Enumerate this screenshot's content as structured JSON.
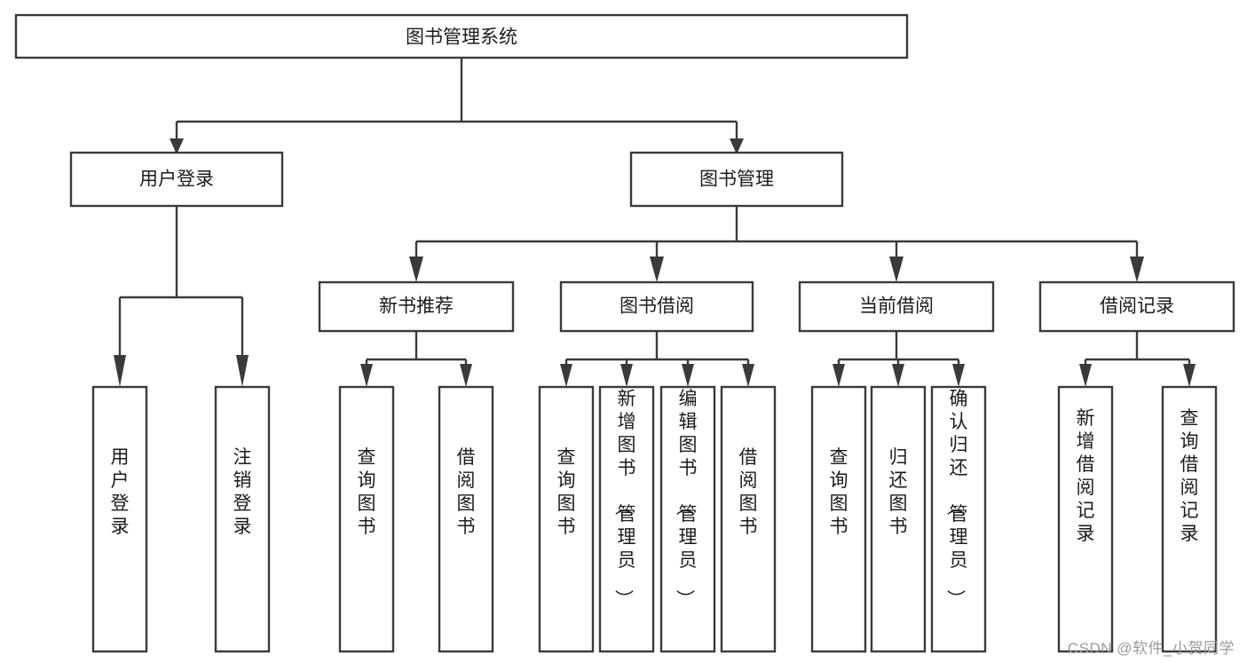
{
  "diagram": {
    "title": "图书管理系统",
    "type": "hierarchy-tree",
    "background_color": "#ffffff",
    "box_stroke_color": "#3a3a3a",
    "text_color": "#1b1b1b",
    "root": {
      "id": "root",
      "label": "图书管理系统"
    },
    "level2": [
      {
        "id": "user-login",
        "label": "用户登录"
      },
      {
        "id": "book-management",
        "label": "图书管理"
      }
    ],
    "level3": [
      {
        "id": "new-book-recommend",
        "label": "新书推荐",
        "parent": "book-management"
      },
      {
        "id": "book-borrow",
        "label": "图书借阅",
        "parent": "book-management"
      },
      {
        "id": "current-borrow",
        "label": "当前借阅",
        "parent": "book-management"
      },
      {
        "id": "borrow-record",
        "label": "借阅记录",
        "parent": "book-management"
      }
    ],
    "leaves": {
      "user-login": [
        {
          "id": "leaf-user-login",
          "label": "用户登录"
        },
        {
          "id": "leaf-logout-login",
          "label": "注销登录"
        }
      ],
      "new-book-recommend": [
        {
          "id": "leaf-query-book-1",
          "label": "查询图书"
        },
        {
          "id": "leaf-borrow-book-1",
          "label": "借阅图书"
        }
      ],
      "book-borrow": [
        {
          "id": "leaf-query-book-2",
          "label": "查询图书"
        },
        {
          "id": "leaf-add-book",
          "label": "新增图书（管理员）"
        },
        {
          "id": "leaf-edit-book",
          "label": "编辑图书（管理员）"
        },
        {
          "id": "leaf-borrow-book-2",
          "label": "借阅图书"
        }
      ],
      "current-borrow": [
        {
          "id": "leaf-query-book-3",
          "label": "查询图书"
        },
        {
          "id": "leaf-return-book",
          "label": "归还图书"
        },
        {
          "id": "leaf-confirm-return",
          "label": "确认归还（管理员）"
        }
      ],
      "borrow-record": [
        {
          "id": "leaf-add-record",
          "label": "新增借阅记录"
        },
        {
          "id": "leaf-query-record",
          "label": "查询借阅记录"
        }
      ]
    }
  },
  "watermark": {
    "text": "CSDN @软件_小贺同学"
  }
}
